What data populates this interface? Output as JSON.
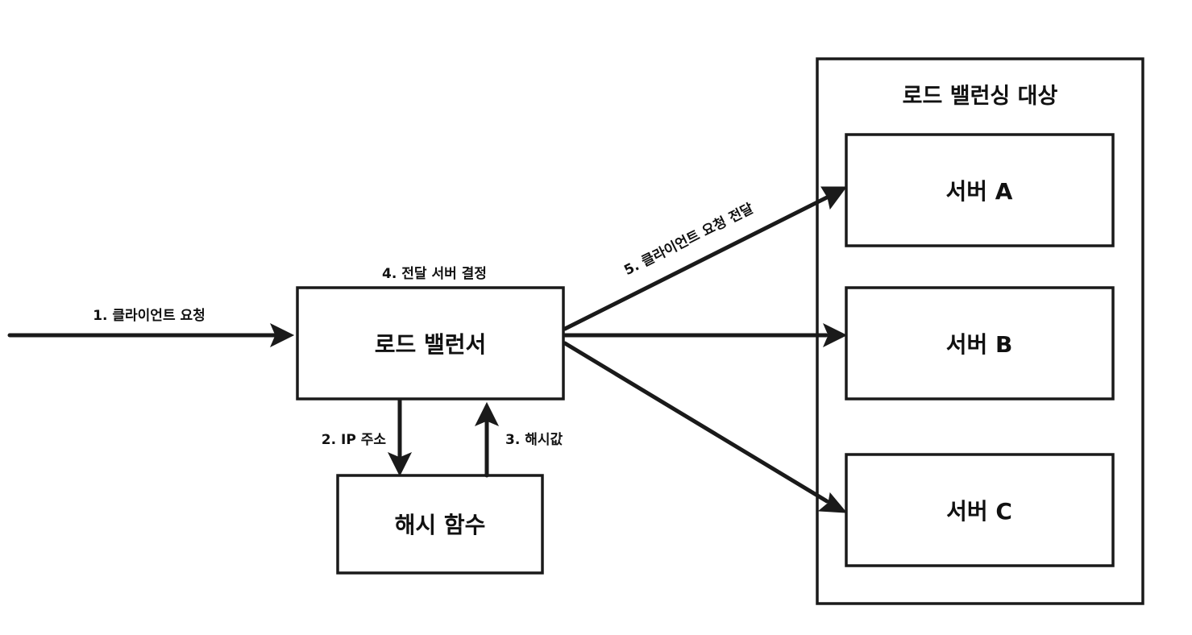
{
  "nodes": {
    "load_balancer": "로드 밸런서",
    "hash_function": "해시 함수",
    "group_title": "로드 밸런싱 대상",
    "server_a": "서버 A",
    "server_b": "서버 B",
    "server_c": "서버 C"
  },
  "edges": {
    "client_request": "1. 클라이언트 요청",
    "ip_address": "2. IP 주소",
    "hash_value": "3. 해시값",
    "decide_server": "4. 전달 서버 결정",
    "forward_request": "5. 클라이언트 요청 전달"
  },
  "colors": {
    "stroke": "#1a1a1a",
    "background": "#ffffff",
    "text": "#111111"
  }
}
